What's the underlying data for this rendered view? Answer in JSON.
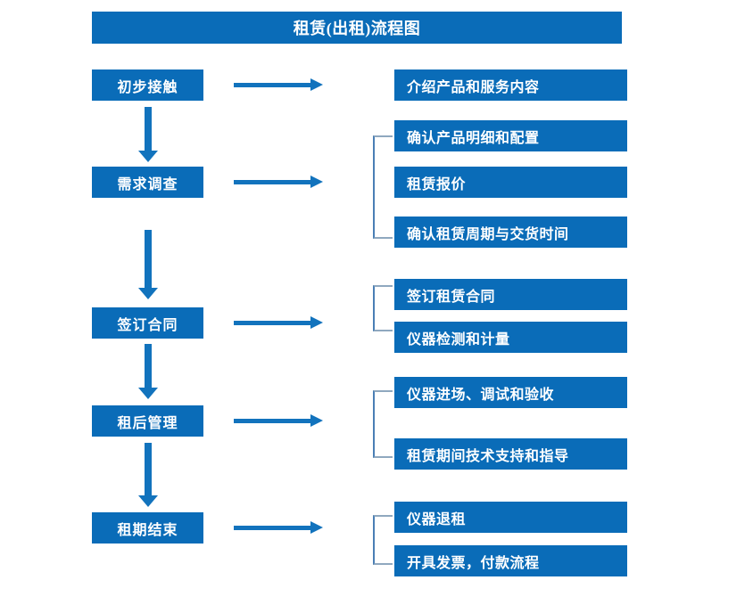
{
  "title": {
    "text": "租赁(出租)流程图"
  },
  "colors": {
    "box_blue": "#0a6cb8",
    "arrow_blue": "#1273bd",
    "bracket_gray": "#8fa8bf",
    "bracket_blue": "#4a7fb5",
    "text_white": "#ffffff",
    "background": "#ffffff"
  },
  "stages": [
    {
      "label": "初步接触"
    },
    {
      "label": "需求调查"
    },
    {
      "label": "签订合同"
    },
    {
      "label": "租后管理"
    },
    {
      "label": "租期结束"
    }
  ],
  "details": [
    {
      "label": "介绍产品和服务内容"
    },
    {
      "label": "确认产品明细和配置"
    },
    {
      "label": "租赁报价"
    },
    {
      "label": "确认租赁周期与交货时间"
    },
    {
      "label": "签订租赁合同"
    },
    {
      "label": "仪器检测和计量"
    },
    {
      "label": "仪器进场、调试和验收"
    },
    {
      "label": "租赁期间技术支持和指导"
    },
    {
      "label": "仪器退租"
    },
    {
      "label": "开具发票，付款流程"
    }
  ],
  "connectors": {
    "horizontal_arrow_count": 5,
    "vertical_arrow_count": 4,
    "bracket_count": 4
  }
}
